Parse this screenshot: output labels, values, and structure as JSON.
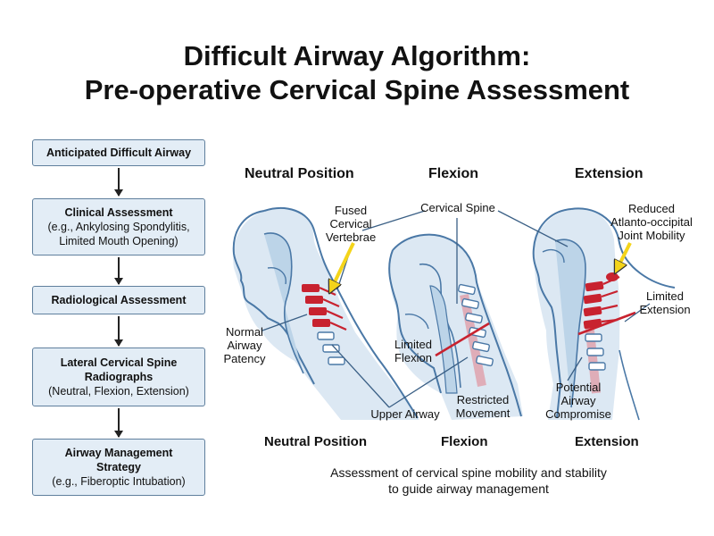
{
  "title": {
    "line1": "Difficult Airway Algorithm:",
    "line2": "Pre-operative Cervical Spine Assessment"
  },
  "flowchart": {
    "step1": {
      "bold": "Anticipated Difficult Airway"
    },
    "step2": {
      "bold": "Clinical Assessment",
      "detail1": "(e.g., Ankylosing Spondylitis,",
      "detail2": "Limited Mouth Opening)"
    },
    "step3": {
      "bold": "Radiological Assessment"
    },
    "step4": {
      "bold1": "Lateral Cervical Spine",
      "bold2": "Radiographs",
      "detail": "(Neutral, Flexion, Extension)"
    },
    "step5": {
      "bold1": "Airway Management",
      "bold2": "Strategy",
      "detail": "(e.g., Fiberoptic Intubation)"
    }
  },
  "diagram": {
    "headings_top": [
      "Neutral Position",
      "Flexion",
      "Extension"
    ],
    "headings_bottom": [
      "Neutral Position",
      "Flexion",
      "Extension"
    ],
    "labels": {
      "fused": [
        "Fused",
        "Cervical",
        "Vertebrae"
      ],
      "cervical_spine": "Cervical Spine",
      "reduced": [
        "Reduced",
        "Atlanto-occipital",
        "Joint Mobility"
      ],
      "normal_airway": [
        "Normal",
        "Airway",
        "Patency"
      ],
      "limited_flexion": [
        "Limited",
        "Flexion"
      ],
      "limited_extension": [
        "Limited",
        "Extension"
      ],
      "upper_airway": "Upper Airway",
      "restricted": [
        "Restricted",
        "Movement"
      ],
      "potential": [
        "Potential",
        "Airway",
        "Compromise"
      ]
    },
    "caption": [
      "Assessment of cervical spine mobility and stability",
      "to guide airway management"
    ]
  },
  "colors": {
    "box_fill": "#e3edf6",
    "box_border": "#5f7f9d",
    "airway_blue": "#bcd4e8",
    "outline_blue": "#4a78a6",
    "fused_red": "#c8222f",
    "arrow_yellow": "#f4d41a"
  }
}
